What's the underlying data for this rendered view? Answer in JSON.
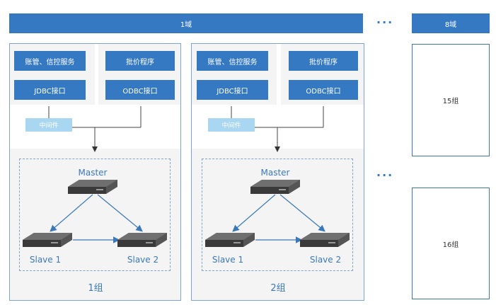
{
  "domain_bar": {
    "label": "1域"
  },
  "domain_bar_right": {
    "label": "8域"
  },
  "ellipsis_top": "···",
  "ellipsis_mid": "···",
  "groups": [
    {
      "app_left": "账管、信控服务",
      "jdbc": "JDBC接口",
      "app_right": "批价程序",
      "odbc": "ODBC接口",
      "middleware": "中间件",
      "master": "Master",
      "slave1": "Slave 1",
      "slave2": "Slave 2",
      "label": "1组"
    },
    {
      "app_left": "账管、信控服务",
      "jdbc": "JDBC接口",
      "app_right": "批价程序",
      "odbc": "ODBC接口",
      "middleware": "中间件",
      "master": "Master",
      "slave1": "Slave 1",
      "slave2": "Slave 2",
      "label": "2组"
    }
  ],
  "right_groups": [
    {
      "label": "15组"
    },
    {
      "label": "16组"
    }
  ],
  "colors": {
    "accent": "#3579c3",
    "middleware": "#a9d6f1",
    "panel": "#f4f4f4",
    "arrow": "#3b78b9"
  }
}
